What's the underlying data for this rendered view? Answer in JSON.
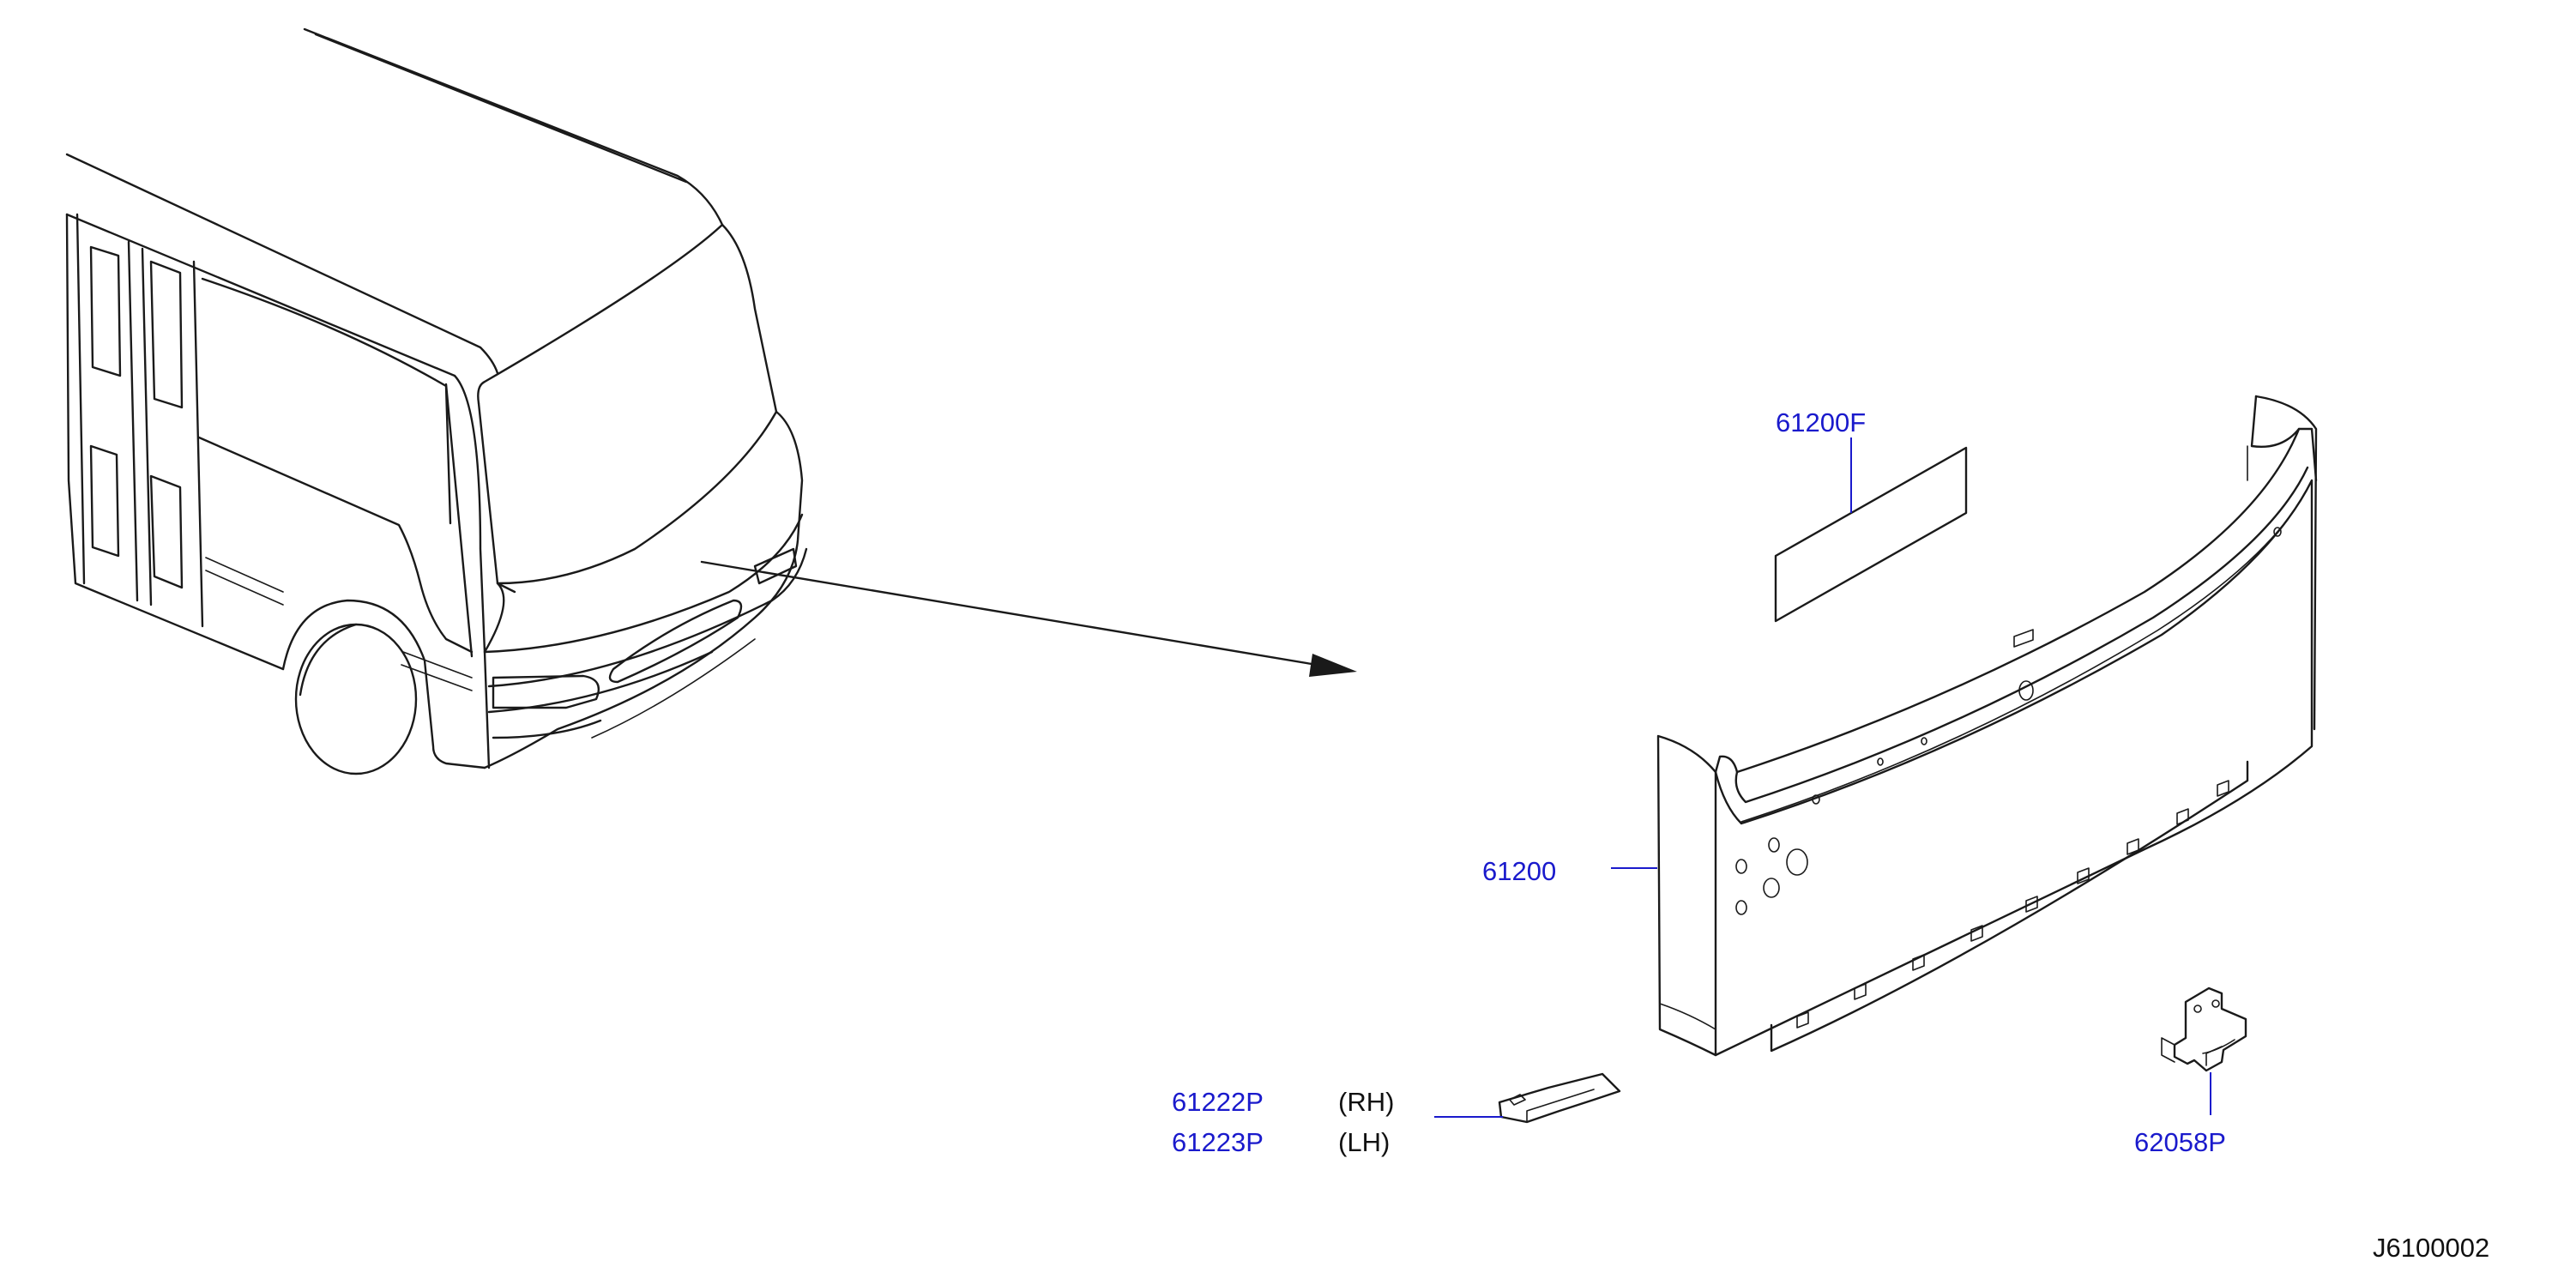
{
  "colors": {
    "part_number": "#1a1acc",
    "line": "#1a1a1a",
    "background": "#ffffff"
  },
  "parts": [
    {
      "number": "61200F"
    },
    {
      "number": "61200"
    },
    {
      "number": "61222P",
      "side": "(RH)"
    },
    {
      "number": "61223P",
      "side": "(LH)"
    },
    {
      "number": "62058P"
    }
  ],
  "diagram_id": "J6100002"
}
